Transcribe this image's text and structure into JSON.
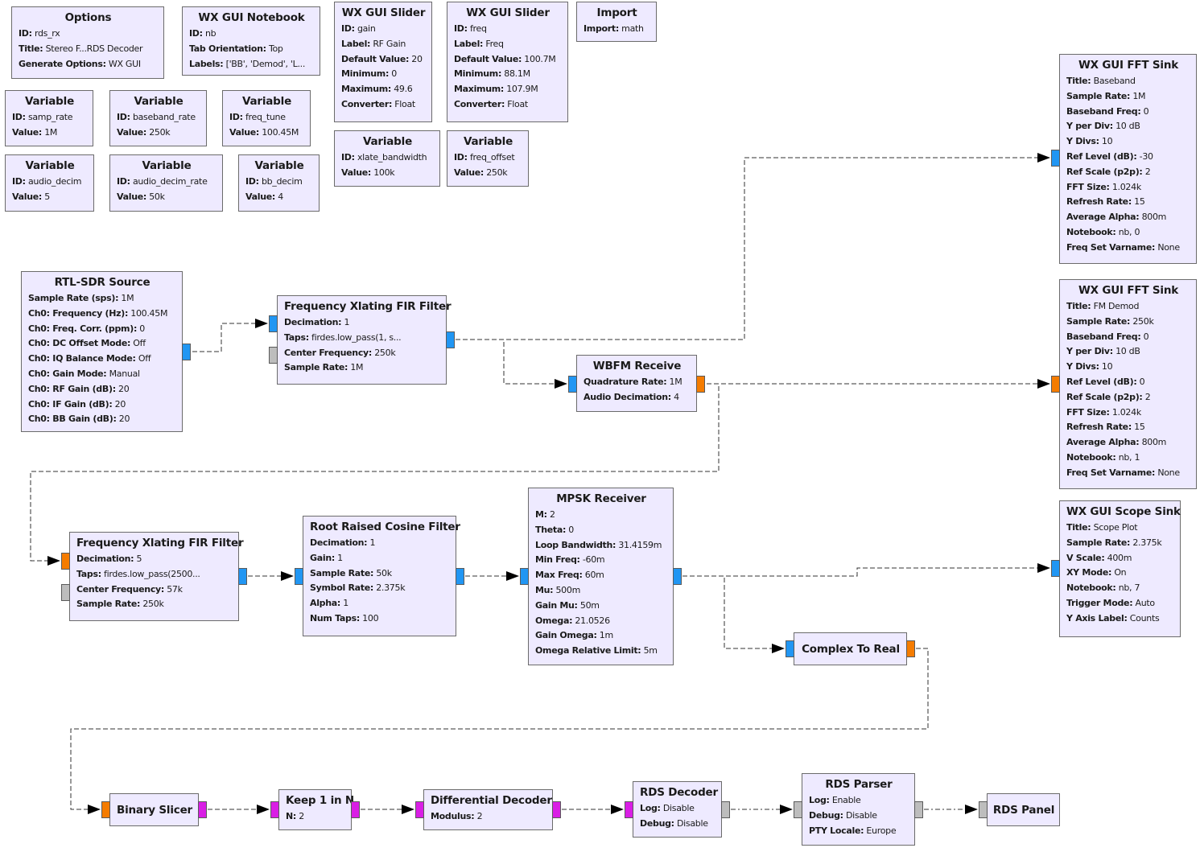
{
  "app": "GNU Radio Companion flow graph",
  "colors": {
    "block_bg": "#eeeaff",
    "block_border": "#6b6b6b",
    "port_complex": "#2196f3",
    "port_float": "#f57c00",
    "port_message": "#bdbdbd",
    "port_byte": "#d91ee5"
  },
  "blocks": {
    "options": {
      "title": "Options",
      "params": [
        {
          "k": "ID:",
          "v": "rds_rx"
        },
        {
          "k": "Title:",
          "v": "Stereo F...RDS Decoder"
        },
        {
          "k": "Generate Options:",
          "v": "WX GUI"
        }
      ]
    },
    "notebook": {
      "title": "WX GUI Notebook",
      "params": [
        {
          "k": "ID:",
          "v": "nb"
        },
        {
          "k": "Tab Orientation:",
          "v": "Top"
        },
        {
          "k": "Labels:",
          "v": "['BB', 'Demod', 'L..."
        }
      ]
    },
    "slider_gain": {
      "title": "WX GUI Slider",
      "params": [
        {
          "k": "ID:",
          "v": "gain"
        },
        {
          "k": "Label:",
          "v": "RF Gain"
        },
        {
          "k": "Default Value:",
          "v": "20"
        },
        {
          "k": "Minimum:",
          "v": "0"
        },
        {
          "k": "Maximum:",
          "v": "49.6"
        },
        {
          "k": "Converter:",
          "v": "Float"
        }
      ]
    },
    "slider_freq": {
      "title": "WX GUI Slider",
      "params": [
        {
          "k": "ID:",
          "v": "freq"
        },
        {
          "k": "Label:",
          "v": "Freq"
        },
        {
          "k": "Default Value:",
          "v": "100.7M"
        },
        {
          "k": "Minimum:",
          "v": "88.1M"
        },
        {
          "k": "Maximum:",
          "v": "107.9M"
        },
        {
          "k": "Converter:",
          "v": "Float"
        }
      ]
    },
    "import": {
      "title": "Import",
      "params": [
        {
          "k": "Import:",
          "v": "math"
        }
      ]
    },
    "var_samp_rate": {
      "title": "Variable",
      "params": [
        {
          "k": "ID:",
          "v": "samp_rate"
        },
        {
          "k": "Value:",
          "v": "1M"
        }
      ]
    },
    "var_baseband_rate": {
      "title": "Variable",
      "params": [
        {
          "k": "ID:",
          "v": "baseband_rate"
        },
        {
          "k": "Value:",
          "v": "250k"
        }
      ]
    },
    "var_freq_tune": {
      "title": "Variable",
      "params": [
        {
          "k": "ID:",
          "v": "freq_tune"
        },
        {
          "k": "Value:",
          "v": "100.45M"
        }
      ]
    },
    "var_audio_decim": {
      "title": "Variable",
      "params": [
        {
          "k": "ID:",
          "v": "audio_decim"
        },
        {
          "k": "Value:",
          "v": "5"
        }
      ]
    },
    "var_audio_decim_rate": {
      "title": "Variable",
      "params": [
        {
          "k": "ID:",
          "v": "audio_decim_rate"
        },
        {
          "k": "Value:",
          "v": "50k"
        }
      ]
    },
    "var_bb_decim": {
      "title": "Variable",
      "params": [
        {
          "k": "ID:",
          "v": "bb_decim"
        },
        {
          "k": "Value:",
          "v": "4"
        }
      ]
    },
    "var_xlate_bandwidth": {
      "title": "Variable",
      "params": [
        {
          "k": "ID:",
          "v": "xlate_bandwidth"
        },
        {
          "k": "Value:",
          "v": "100k"
        }
      ]
    },
    "var_freq_offset": {
      "title": "Variable",
      "params": [
        {
          "k": "ID:",
          "v": "freq_offset"
        },
        {
          "k": "Value:",
          "v": "250k"
        }
      ]
    },
    "fft_baseband": {
      "title": "WX GUI FFT Sink",
      "params": [
        {
          "k": "Title:",
          "v": "Baseband"
        },
        {
          "k": "Sample Rate:",
          "v": "1M"
        },
        {
          "k": "Baseband Freq:",
          "v": "0"
        },
        {
          "k": "Y per Div:",
          "v": "10 dB"
        },
        {
          "k": "Y Divs:",
          "v": "10"
        },
        {
          "k": "Ref Level (dB):",
          "v": "-30"
        },
        {
          "k": "Ref Scale (p2p):",
          "v": "2"
        },
        {
          "k": "FFT Size:",
          "v": "1.024k"
        },
        {
          "k": "Refresh Rate:",
          "v": "15"
        },
        {
          "k": "Average Alpha:",
          "v": "800m"
        },
        {
          "k": "Notebook:",
          "v": "nb, 0"
        },
        {
          "k": "Freq Set Varname:",
          "v": "None"
        }
      ]
    },
    "fft_demod": {
      "title": "WX GUI FFT Sink",
      "params": [
        {
          "k": "Title:",
          "v": "FM Demod"
        },
        {
          "k": "Sample Rate:",
          "v": "250k"
        },
        {
          "k": "Baseband Freq:",
          "v": "0"
        },
        {
          "k": "Y per Div:",
          "v": "10 dB"
        },
        {
          "k": "Y Divs:",
          "v": "10"
        },
        {
          "k": "Ref Level (dB):",
          "v": "0"
        },
        {
          "k": "Ref Scale (p2p):",
          "v": "2"
        },
        {
          "k": "FFT Size:",
          "v": "1.024k"
        },
        {
          "k": "Refresh Rate:",
          "v": "15"
        },
        {
          "k": "Average Alpha:",
          "v": "800m"
        },
        {
          "k": "Notebook:",
          "v": "nb, 1"
        },
        {
          "k": "Freq Set Varname:",
          "v": "None"
        }
      ]
    },
    "scope": {
      "title": "WX GUI Scope Sink",
      "params": [
        {
          "k": "Title:",
          "v": "Scope Plot"
        },
        {
          "k": "Sample Rate:",
          "v": "2.375k"
        },
        {
          "k": "V Scale:",
          "v": "400m"
        },
        {
          "k": "XY Mode:",
          "v": "On"
        },
        {
          "k": "Notebook:",
          "v": "nb, 7"
        },
        {
          "k": "Trigger Mode:",
          "v": "Auto"
        },
        {
          "k": "Y Axis Label:",
          "v": "Counts"
        }
      ]
    },
    "rtlsdr": {
      "title": "RTL-SDR Source",
      "params": [
        {
          "k": "Sample Rate (sps):",
          "v": "1M"
        },
        {
          "k": "Ch0: Frequency (Hz):",
          "v": "100.45M"
        },
        {
          "k": "Ch0: Freq. Corr. (ppm):",
          "v": "0"
        },
        {
          "k": "Ch0: DC Offset Mode:",
          "v": "Off"
        },
        {
          "k": "Ch0: IQ Balance Mode:",
          "v": "Off"
        },
        {
          "k": "Ch0: Gain Mode:",
          "v": "Manual"
        },
        {
          "k": "Ch0: RF Gain (dB):",
          "v": "20"
        },
        {
          "k": "Ch0: IF Gain (dB):",
          "v": "20"
        },
        {
          "k": "Ch0: BB Gain (dB):",
          "v": "20"
        }
      ]
    },
    "xlating1": {
      "title": "Frequency Xlating FIR Filter",
      "params": [
        {
          "k": "Decimation:",
          "v": "1"
        },
        {
          "k": "Taps:",
          "v": "firdes.low_pass(1, s..."
        },
        {
          "k": "Center Frequency:",
          "v": "250k"
        },
        {
          "k": "Sample Rate:",
          "v": "1M"
        }
      ]
    },
    "wbfm": {
      "title": "WBFM Receive",
      "params": [
        {
          "k": "Quadrature Rate:",
          "v": "1M"
        },
        {
          "k": "Audio Decimation:",
          "v": "4"
        }
      ]
    },
    "xlating2": {
      "title": "Frequency Xlating FIR Filter",
      "params": [
        {
          "k": "Decimation:",
          "v": "5"
        },
        {
          "k": "Taps:",
          "v": "firdes.low_pass(2500..."
        },
        {
          "k": "Center Frequency:",
          "v": "57k"
        },
        {
          "k": "Sample Rate:",
          "v": "250k"
        }
      ]
    },
    "rrc": {
      "title": "Root Raised Cosine Filter",
      "params": [
        {
          "k": "Decimation:",
          "v": "1"
        },
        {
          "k": "Gain:",
          "v": "1"
        },
        {
          "k": "Sample Rate:",
          "v": "50k"
        },
        {
          "k": "Symbol Rate:",
          "v": "2.375k"
        },
        {
          "k": "Alpha:",
          "v": "1"
        },
        {
          "k": "Num Taps:",
          "v": "100"
        }
      ]
    },
    "mpsk": {
      "title": "MPSK Receiver",
      "params": [
        {
          "k": "M:",
          "v": "2"
        },
        {
          "k": "Theta:",
          "v": "0"
        },
        {
          "k": "Loop Bandwidth:",
          "v": "31.4159m"
        },
        {
          "k": "Min Freq:",
          "v": "-60m"
        },
        {
          "k": "Max Freq:",
          "v": "60m"
        },
        {
          "k": "Mu:",
          "v": "500m"
        },
        {
          "k": "Gain Mu:",
          "v": "50m"
        },
        {
          "k": "Omega:",
          "v": "21.0526"
        },
        {
          "k": "Gain Omega:",
          "v": "1m"
        },
        {
          "k": "Omega Relative Limit:",
          "v": "5m"
        }
      ]
    },
    "c2r": {
      "title": "Complex To Real",
      "params": []
    },
    "slicer": {
      "title": "Binary Slicer",
      "params": []
    },
    "keep1": {
      "title": "Keep 1 in N",
      "params": [
        {
          "k": "N:",
          "v": "2"
        }
      ]
    },
    "diffdec": {
      "title": "Differential Decoder",
      "params": [
        {
          "k": "Modulus:",
          "v": "2"
        }
      ]
    },
    "rdsdec": {
      "title": "RDS Decoder",
      "params": [
        {
          "k": "Log:",
          "v": "Disable"
        },
        {
          "k": "Debug:",
          "v": "Disable"
        }
      ]
    },
    "rdsparser": {
      "title": "RDS Parser",
      "params": [
        {
          "k": "Log:",
          "v": "Enable"
        },
        {
          "k": "Debug:",
          "v": "Disable"
        },
        {
          "k": "PTY Locale:",
          "v": "Europe"
        }
      ]
    },
    "rdspanel": {
      "title": "RDS Panel",
      "params": []
    }
  }
}
